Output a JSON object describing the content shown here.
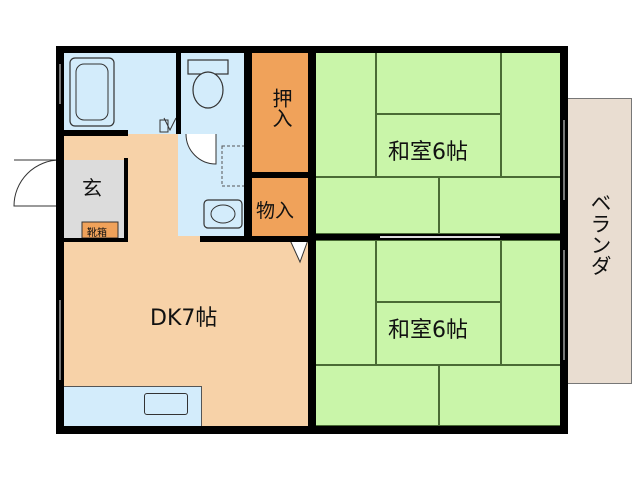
{
  "rooms": {
    "washitsu_top": "和室6帖",
    "washitsu_bottom": "和室6帖",
    "dk": "DK7帖",
    "oshiire": "押入",
    "monoire": "物入",
    "genkan": "玄",
    "kutsubako": "靴箱",
    "veranda": "ベランダ"
  },
  "colors": {
    "tatami": "#c9f5a9",
    "dk_floor": "#f7d2a8",
    "closet": "#f0a25a",
    "wet_area": "#d3ecfb",
    "veranda": "#e9ddd1",
    "entrance": "#dcdcdc",
    "wall": "#000000"
  }
}
